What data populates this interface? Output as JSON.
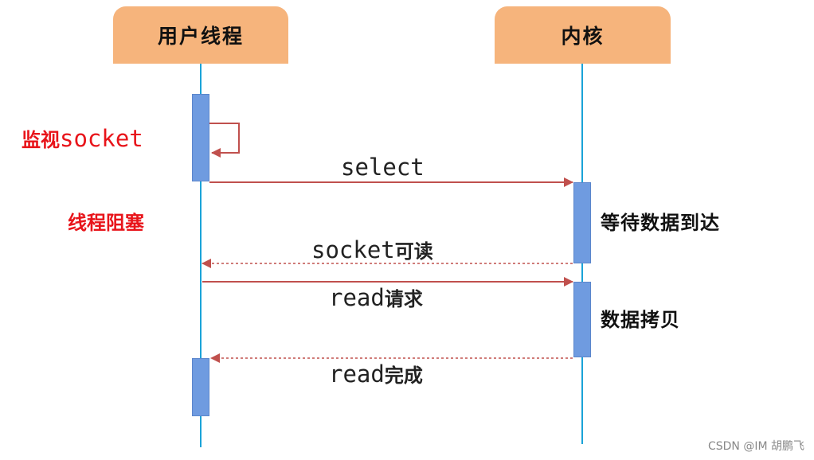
{
  "lanes": {
    "user": "用户线程",
    "kernel": "内核"
  },
  "annotations": {
    "monitor_prefix": "监视",
    "monitor_socket": "socket",
    "blocked": "线程阻塞",
    "wait_data": "等待数据到达",
    "copy_data": "数据拷贝"
  },
  "messages": {
    "select": "select",
    "readable_socket": "socket",
    "readable_suffix": "可读",
    "read_req_prefix": "read",
    "read_req_suffix": "请求",
    "read_done_prefix": "read",
    "read_done_suffix": "完成"
  },
  "colors": {
    "header": "#f6b47c",
    "lifeline": "#1aa3d8",
    "activation": "#6f9be0",
    "arrow": "#c0504d",
    "emphasis": "#e8141a"
  },
  "watermark": "CSDN @IM 胡鹏飞"
}
